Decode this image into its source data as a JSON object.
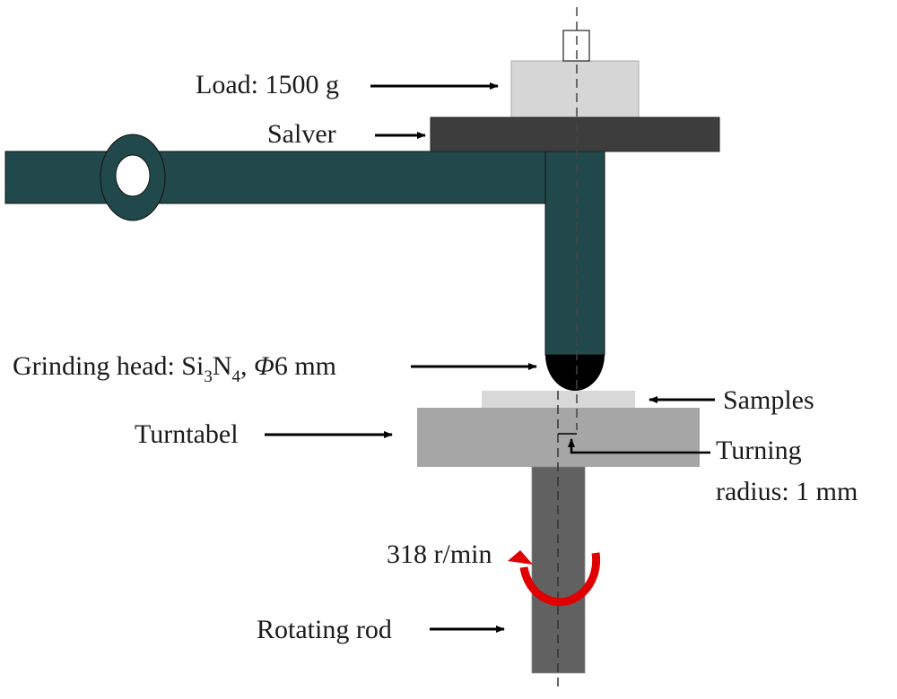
{
  "diagram": {
    "title": "Ball-on-disk wear test apparatus",
    "colors": {
      "arm": "#21484a",
      "salver": "#3d3d3d",
      "load": "#d6d6d6",
      "grinding_head": "#000000",
      "sample": "#d8d8d8",
      "turntable": "#a6a6a6",
      "rod": "#616161",
      "rotation_arrow": "#e00000",
      "text": "#1a1a1a"
    },
    "labels": {
      "load": "Load: 1500 g",
      "salver": "Salver",
      "grinding_head_prefix": "Grinding head: Si",
      "grinding_head_sub1": "3",
      "grinding_head_mid": "N",
      "grinding_head_sub2": "4",
      "grinding_head_suffix": ", ",
      "grinding_head_phi": "Φ",
      "grinding_head_size": "6 mm",
      "samples": "Samples",
      "turntable": "Turntabel",
      "turning_radius_line1": "Turning",
      "turning_radius_line2": "radius: 1 mm",
      "speed": "318 r/min",
      "rotating_rod": "Rotating rod"
    },
    "parameters": {
      "load_g": 1500,
      "grinding_head_material": "Si3N4",
      "grinding_head_diameter_mm": 6,
      "turning_radius_mm": 1,
      "rotation_speed_r_per_min": 318
    }
  }
}
